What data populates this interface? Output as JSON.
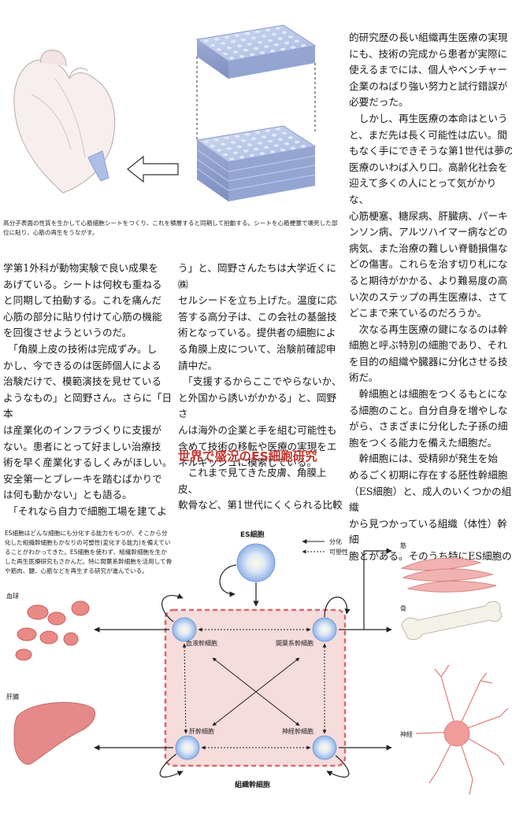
{
  "top_caption": "高分子表面の性質を生かして心筋細胞シートをつくり、これを積層すると同期して拍動する。シートを心筋梗塞で壊死した部位に貼り、心筋の再生をうながす。",
  "right_column": [
    "的研究歴の長い組織再生医療の実現",
    "にも、技術の完成から患者が実際に",
    "使えるまでには、個人やベンチャー",
    "企業のねばり強い努力と試行錯誤が",
    "必要だった。",
    "　しかし、再生医療の本命はという",
    "と、まだ先は長く可能性は広い。間",
    "もなく手にできそうな第1世代は夢の",
    "医療のいわば入り口。高齢化社会を",
    "迎えて多くの人にとって気がかりな、",
    "心筋梗塞、糖尿病、肝臓病、パーキ",
    "ンソン病、アルツハイマー病などの",
    "病気、また治療の難しい脊髄損傷な",
    "どの傷害。これらを治す切り札にな",
    "ると期待がかかる、より難易度の高",
    "い次のステップの再生医療は、さて",
    "どこまで来ているのだろうか。",
    "　次なる再生医療の鍵になるのは幹",
    "細胞と呼ぶ特別の細胞であり、それ",
    "を目的の組織や臓器に分化させる技",
    "術だ。",
    "　幹細胞とは細胞をつくるもとにな",
    "る細胞のこと。自分自身を増やしな",
    "がら、さまざまに分化した子孫の細",
    "胞をつくる能力を備えた細胞だ。",
    "　幹細胞には、受精卵が発生を始",
    "めるごく初期に存在する胚性幹細胞",
    "（ES細胞）と、成人のいくつかの組織",
    "から見つかっている組織（体性）幹細",
    "胞とがある。そのうち特にES細胞の"
  ],
  "left_column": [
    "学第1外科が動物実験で良い成果を",
    "あげている。シートは何枚も重ねる",
    "と同期して拍動する。これを痛んだ",
    "心筋の部分に貼り付けて心筋の機能",
    "を回復させようというのだ。",
    "　「角膜上皮の技術は完成ずみ。し",
    "かし、今できるのは医師個人による",
    "治験だけで、模範演技を見せている",
    "ようなもの」と岡野さん。さらに「日本",
    "は産業化のインフラづくりに支援が",
    "ない。患者にとって好ましい治療技",
    "術を早く産業化するしくみがほしい。",
    "安全第一とブレーキを踏むばかりで",
    "は何も動かない」とも語る。",
    "　「それなら自力で細胞工場を建てよ"
  ],
  "middle_column_top": [
    "う」と、岡野さんたちは大学近くに㈱",
    "セルシードを立ち上げた。温度に応",
    "答する高分子は、この会社の基盤技",
    "術となっている。提供者の細胞によ",
    "る角膜上皮について、治験前確認申",
    "請中だ。",
    "　「支援するからここでやらないか、",
    "と外国から誘いがかかる」と、岡野さ",
    "んは海外の企業と手を組む可能性も",
    "含めて技術の移転や医療の実現をエ",
    "ネルギッシュに模索している。"
  ],
  "section_heading": "世界で盛況のES細胞研究",
  "middle_column_bottom": [
    "　これまで見てきた皮膚、角膜上皮、",
    "軟骨など、第1世代にくくられる比較"
  ],
  "diagram": {
    "intro": [
      "ES細胞はどんな細胞にも分化する能力をもつが、そこから分",
      "化した組織幹細胞もかなりの可塑性(変化する能力)を備えてい",
      "ることがわかってきた。ES細胞を使わず、組織幹細胞を生か",
      "した再生医療研究もさかんだ。特に間葉系幹細胞を活用して骨",
      "や筋肉、腱、心筋などを再生する研究が進んでいる。"
    ],
    "es_cell": "ES細胞",
    "legend_differentiation": "分化",
    "legend_plasticity": "可塑性",
    "hematopoietic": "血液幹細胞",
    "mesenchymal": "間葉系幹細胞",
    "hepatic": "肝幹細胞",
    "neural": "神経幹細胞",
    "tissue_stem": "組織幹細胞",
    "blood": "血球",
    "liver": "肝臓",
    "muscle": "筋",
    "bone": "骨",
    "nerve": "神経"
  },
  "colors": {
    "heading_red": "#c4362f",
    "dashed_box": "#d9686a",
    "box_fill": "#f6dcdb",
    "cell_blue": "#8fb3e6"
  }
}
